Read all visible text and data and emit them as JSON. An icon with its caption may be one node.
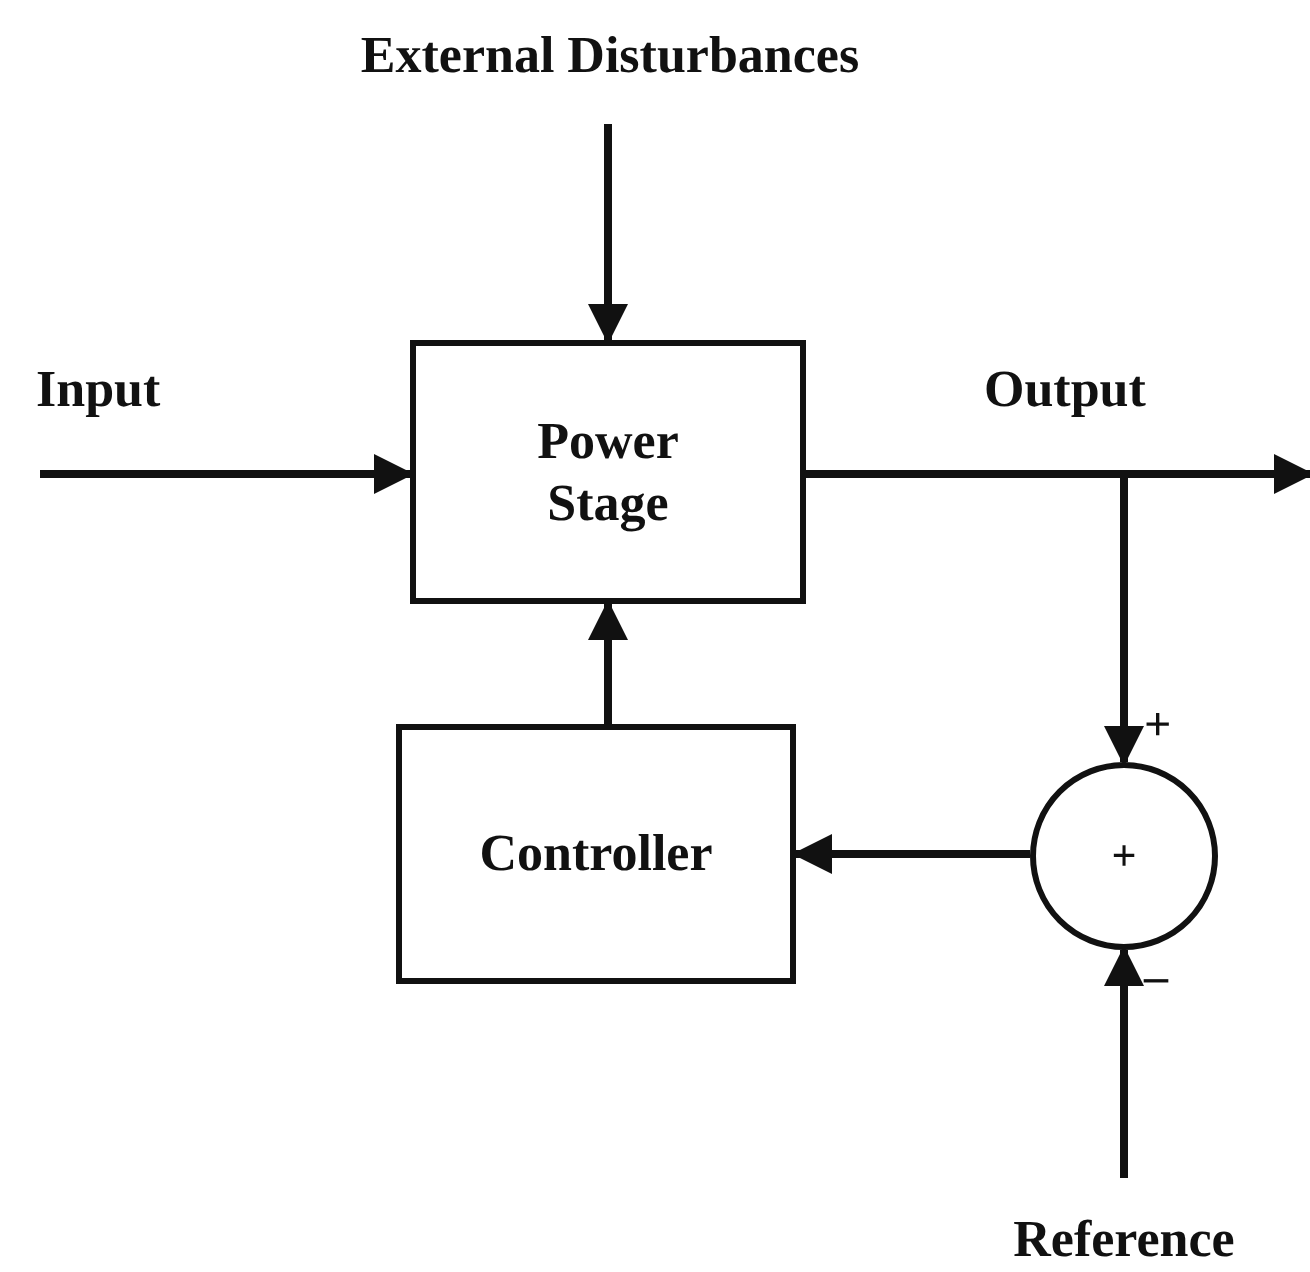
{
  "diagram": {
    "nodes": [
      {
        "text": [
          "External Disturbances"
        ]
      },
      {
        "text": [
          "Power Stage"
        ]
      },
      {
        "text": [
          "Controller"
        ]
      },
      {
        "text": [
          "+"
        ]
      },
      {
        "text": [
          "Reference"
        ]
      }
    ],
    "edges": [
      {
        "from": 0,
        "to": 1,
        "arrow": "to"
      },
      {
        "from": null,
        "to": 1,
        "arrow": "to",
        "label": "Input"
      },
      {
        "from": 1,
        "to": null,
        "arrow": "to",
        "label": "Output"
      },
      {
        "from": 1,
        "to": 3,
        "arrow": "to"
      },
      {
        "from": 3,
        "to": 2,
        "arrow": "to"
      },
      {
        "from": 2,
        "to": 1,
        "arrow": "to"
      },
      {
        "from": 4,
        "to": 3,
        "arrow": "to"
      }
    ],
    "labels": [
      "+",
      "–"
    ]
  }
}
